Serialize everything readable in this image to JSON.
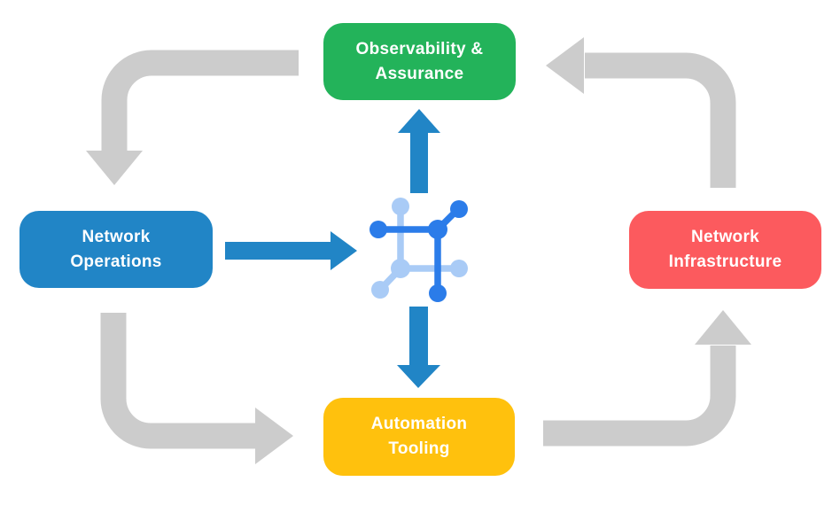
{
  "colors": {
    "background": "#ffffff",
    "green": "#23b35a",
    "blue": "#2185c6",
    "red": "#fc5a5e",
    "yellow": "#ffc10d",
    "gray_arrow": "#cccccc",
    "blue_arrow": "#2185c6",
    "icon_dark_blue": "#2b7ce9",
    "icon_light_blue": "#a9cbf6",
    "label_text": "#ffffff"
  },
  "nodes": {
    "observability": {
      "label": "Observability &\nAssurance"
    },
    "operations": {
      "label": "Network\nOperations"
    },
    "infrastructure": {
      "label": "Network\nInfrastructure"
    },
    "automation": {
      "label": "Automation\nTooling"
    }
  },
  "center_icon": "network-mesh-icon",
  "flow": {
    "outer_cycle": [
      {
        "from": "observability",
        "to": "operations",
        "direction": "down"
      },
      {
        "from": "operations",
        "to": "automation",
        "direction": "right"
      },
      {
        "from": "automation",
        "to": "infrastructure",
        "direction": "up"
      },
      {
        "from": "infrastructure",
        "to": "observability",
        "direction": "left"
      }
    ],
    "center_links": [
      {
        "from": "operations",
        "to": "center",
        "direction": "right"
      },
      {
        "from": "center",
        "to": "observability",
        "direction": "up"
      },
      {
        "from": "center",
        "to": "automation",
        "direction": "down"
      }
    ]
  }
}
